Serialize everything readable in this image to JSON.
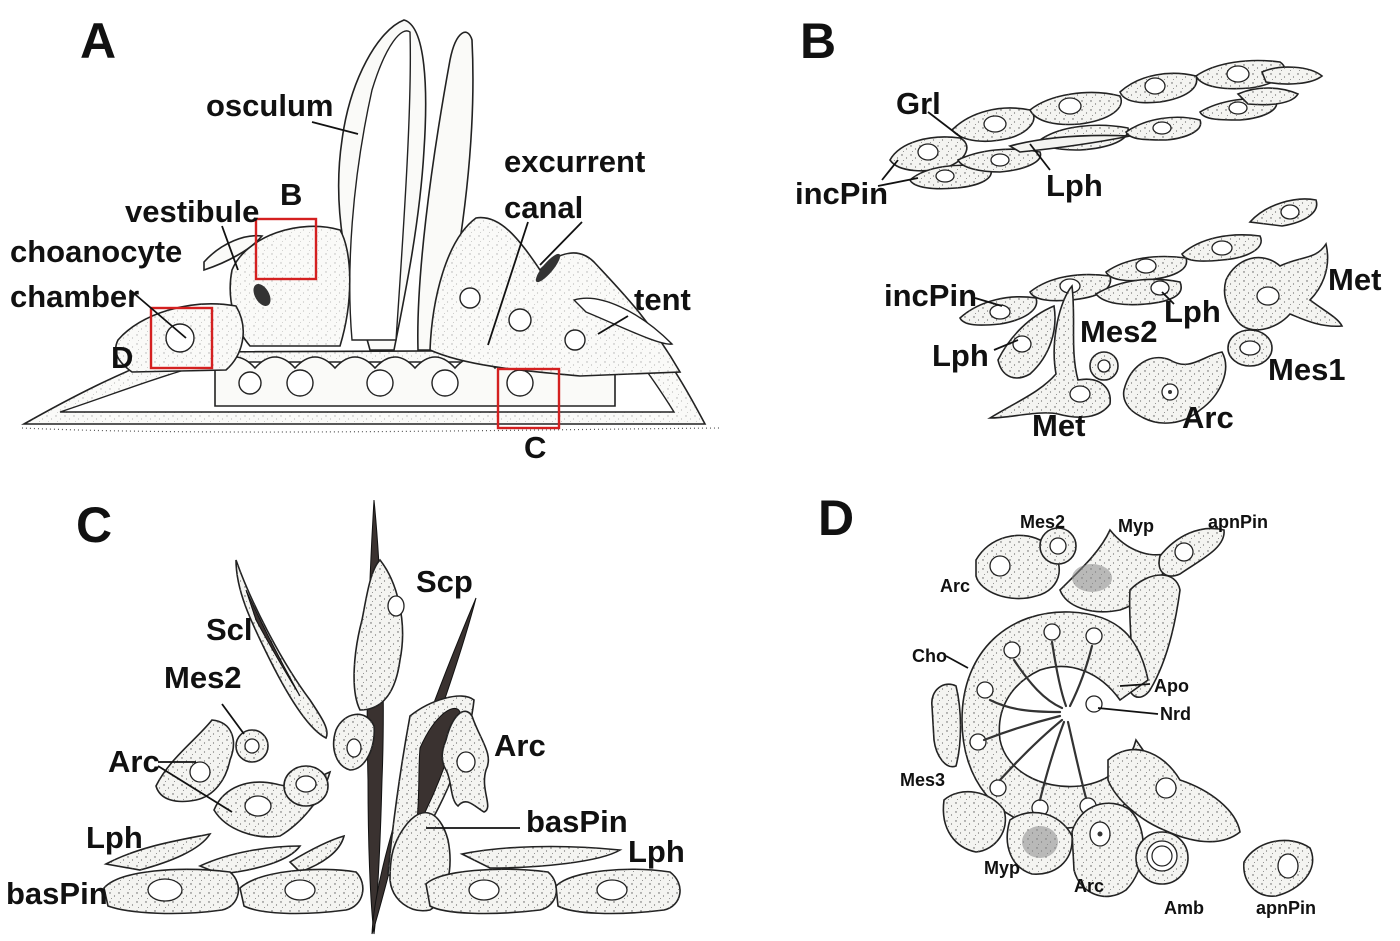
{
  "panels": {
    "A": {
      "letter": "A",
      "labels": {
        "osculum": "osculum",
        "vestibule": "vestibule",
        "choanocyte": "choanocyte",
        "chamber": "chamber",
        "excurrent": "excurrent",
        "canal": "canal",
        "tent": "tent",
        "box_b": "B",
        "box_c": "C",
        "box_d": "D"
      },
      "colors": {
        "highlight_box": "#d42020"
      }
    },
    "B": {
      "letter": "B",
      "labels": {
        "grl": "Grl",
        "incpin_top": "incPin",
        "lph_top": "Lph",
        "incpin_bottom": "incPin",
        "lph_center": "Lph",
        "lph_left": "Lph",
        "mes2": "Mes2",
        "met_right": "Met",
        "mes1": "Mes1",
        "arc": "Arc",
        "met_bottom": "Met"
      }
    },
    "C": {
      "letter": "C",
      "labels": {
        "scp": "Scp",
        "scl": "Scl",
        "mes2": "Mes2",
        "arc_left": "Arc",
        "arc_right": "Arc",
        "lph_left": "Lph",
        "baspin_left": "basPin",
        "baspin_center": "basPin",
        "lph_right": "Lph"
      }
    },
    "D": {
      "letter": "D",
      "labels": {
        "mes2": "Mes2",
        "myp_top": "Myp",
        "apnpin_top": "apnPin",
        "arc_top": "Arc",
        "cho": "Cho",
        "apo": "Apo",
        "nrd": "Nrd",
        "mes3": "Mes3",
        "myp_bottom": "Myp",
        "arc_bottom": "Arc",
        "amb": "Amb",
        "apnpin_bottom": "apnPin"
      }
    }
  },
  "icons": [
    "stippled-cell-icon",
    "spicule-icon"
  ]
}
